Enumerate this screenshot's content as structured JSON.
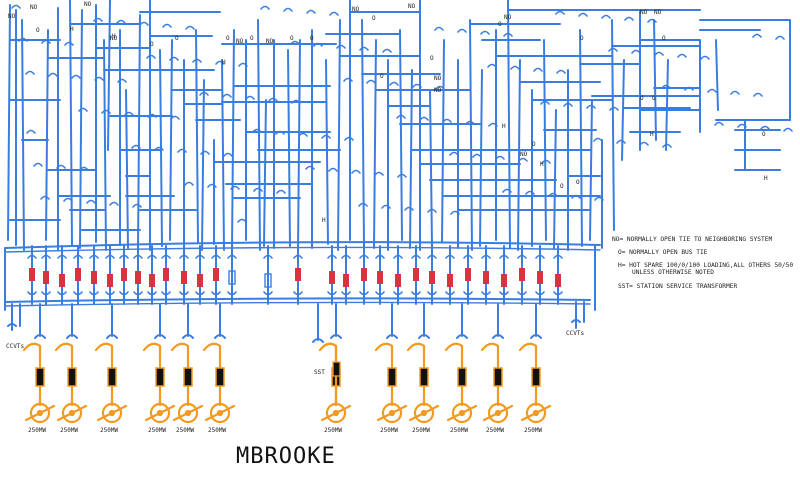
{
  "legend": {
    "no": "NO= NORMALLY OPEN TIE TO NEIGHBORING SYSTEM",
    "o": "O= NORMALLY OPEN BUS TIE",
    "h_line1": "H= HOT SPARE 100/0/100 LOADING,ALL OTHERS 50/50",
    "h_line2": "UNLESS OTHERWISE NOTED",
    "sst": "SST= STATION SERVICE TRANSFORMER"
  },
  "bus_labels": {
    "left": "CCVTs",
    "right": "CCVTs"
  },
  "generator_rating": "250MW",
  "generator_count": 12,
  "sst_label": "SST",
  "author": "MBROOKE",
  "switch_labels": {
    "no": "NO",
    "o": "O",
    "h": "H"
  },
  "colors": {
    "transmission": "#3a7de0",
    "generation": "#f29a1f",
    "breaker": "#d9333f",
    "transformer": "#111111",
    "text": "#222222"
  }
}
